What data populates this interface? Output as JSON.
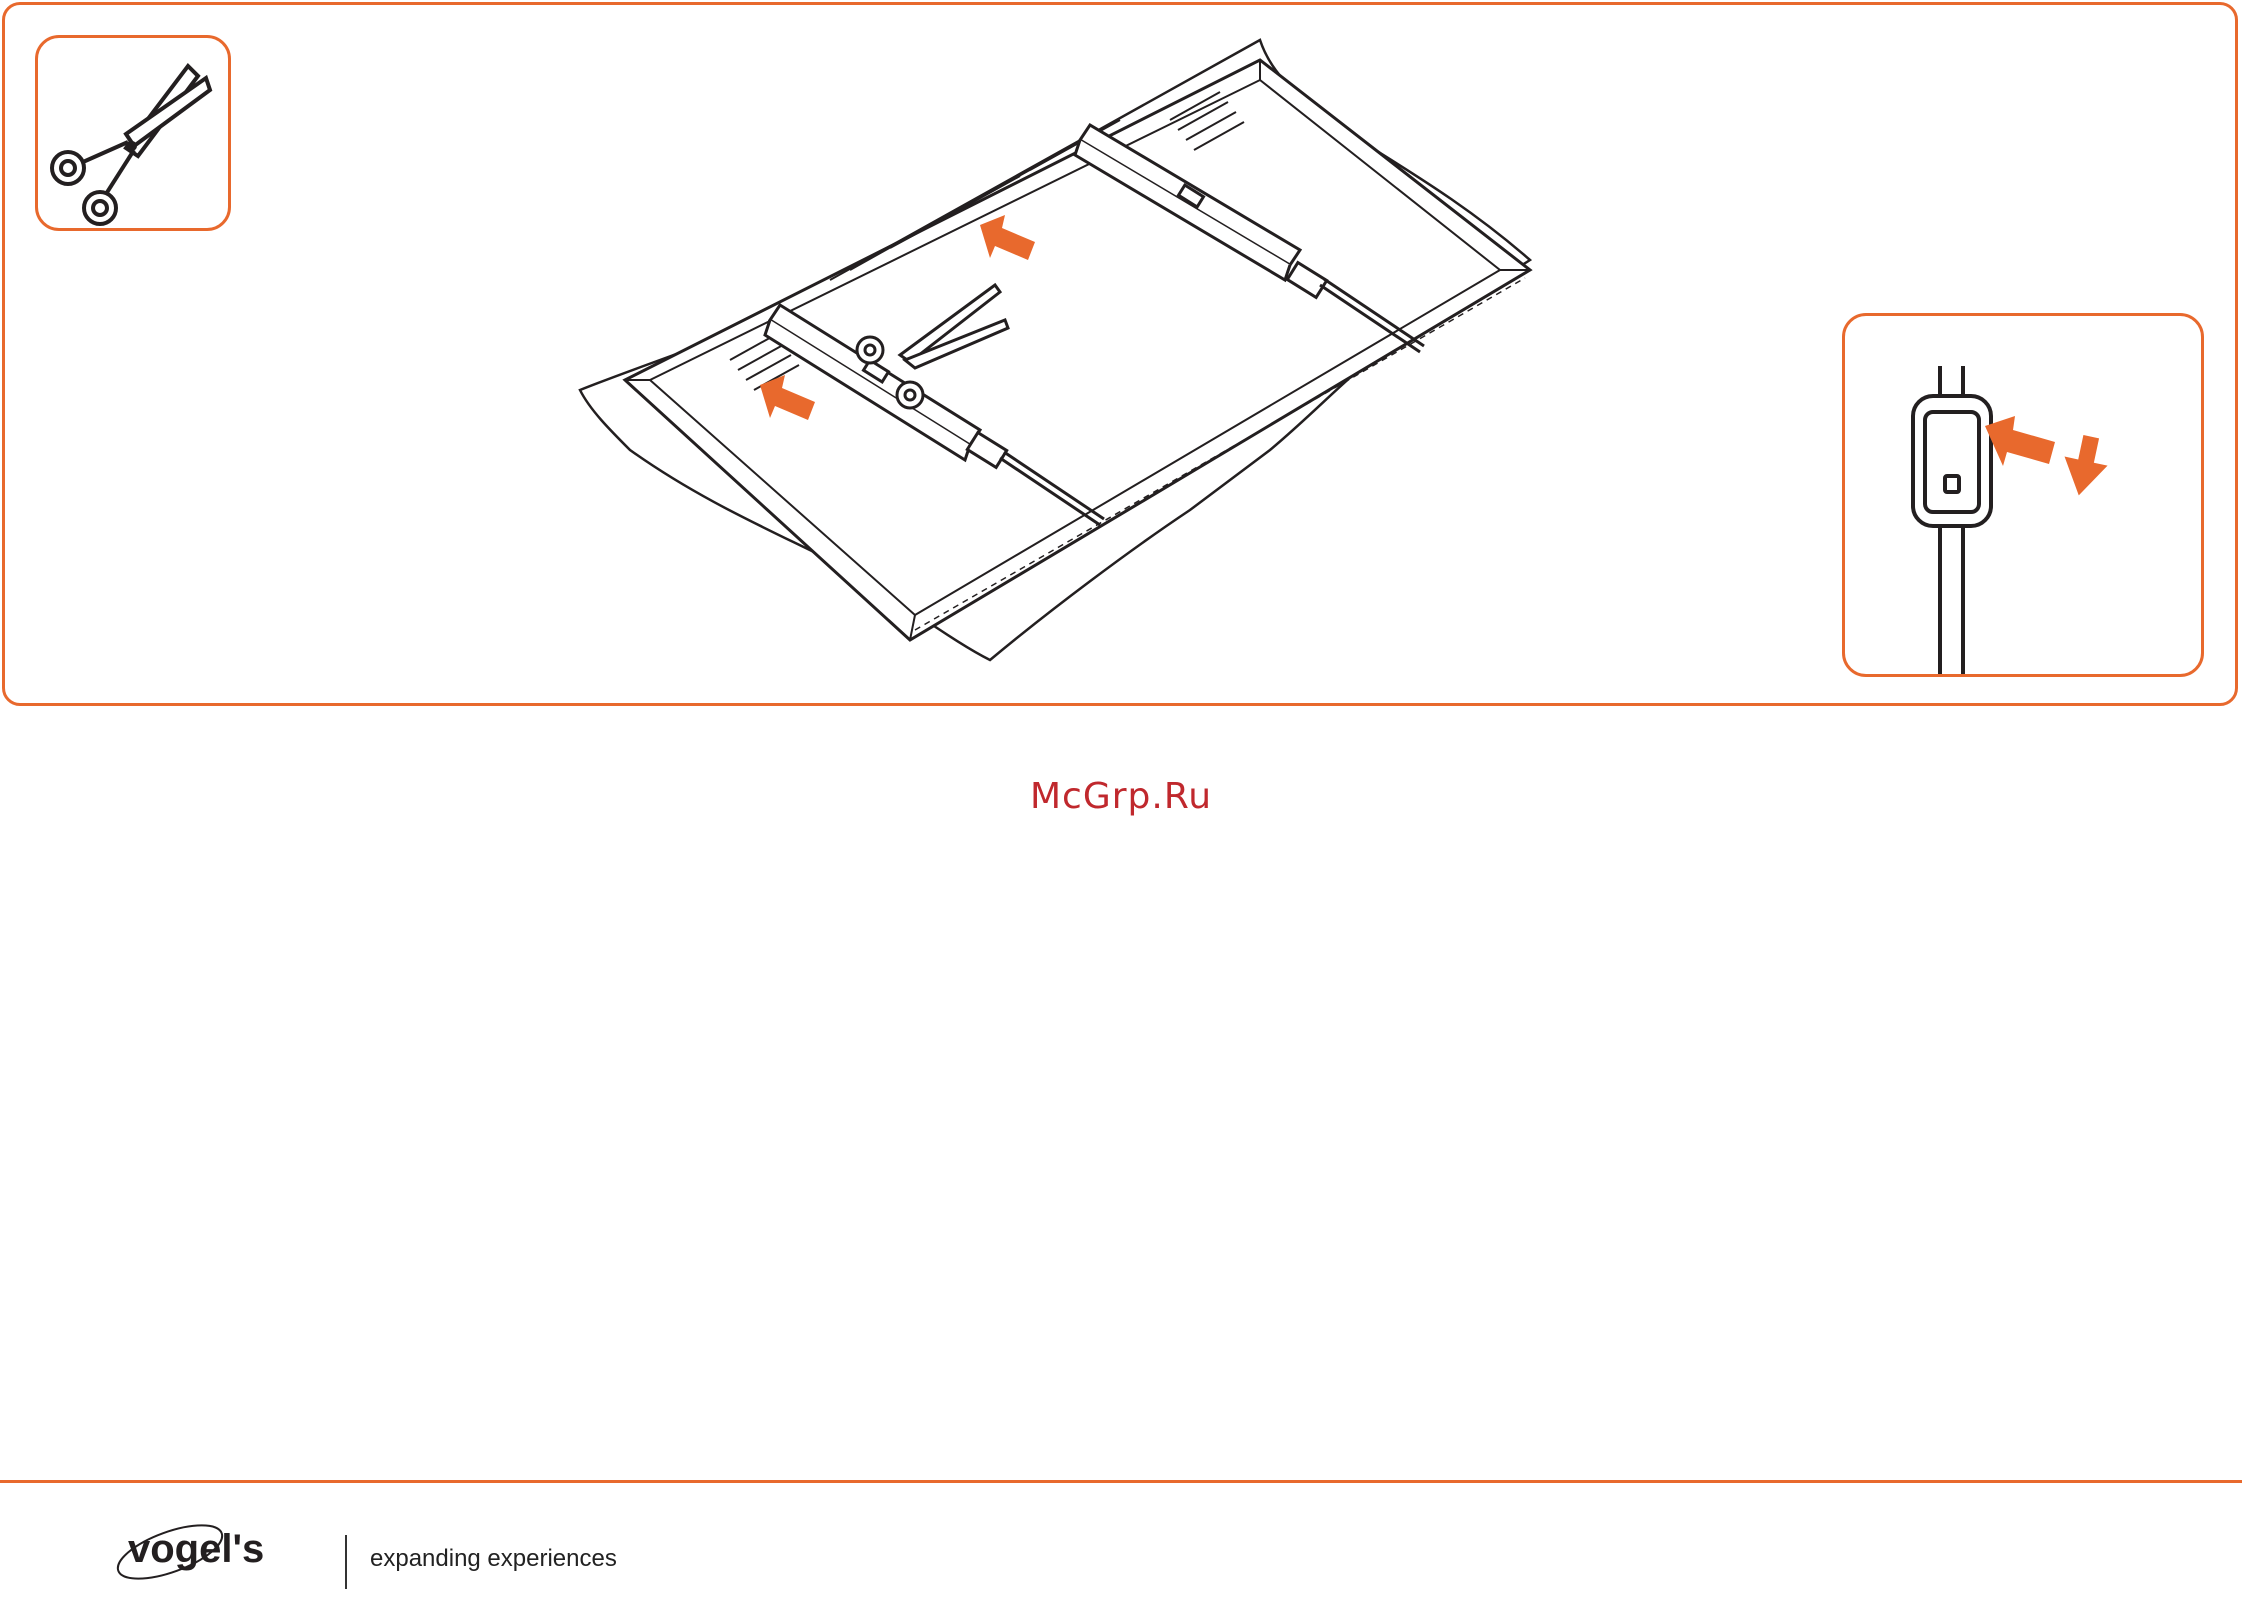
{
  "watermark": "McGrp.Ru",
  "footer": {
    "brand": "vogel's",
    "tagline": "expanding experiences"
  },
  "colors": {
    "accent": "#e8692d",
    "watermark": "#c0282d",
    "line": "#231f20"
  },
  "icons": {
    "inset_top_left": "scissors-icon",
    "inset_right": "lock-strip-detail",
    "main": "tv-back-with-mounting-strips-illustration"
  }
}
